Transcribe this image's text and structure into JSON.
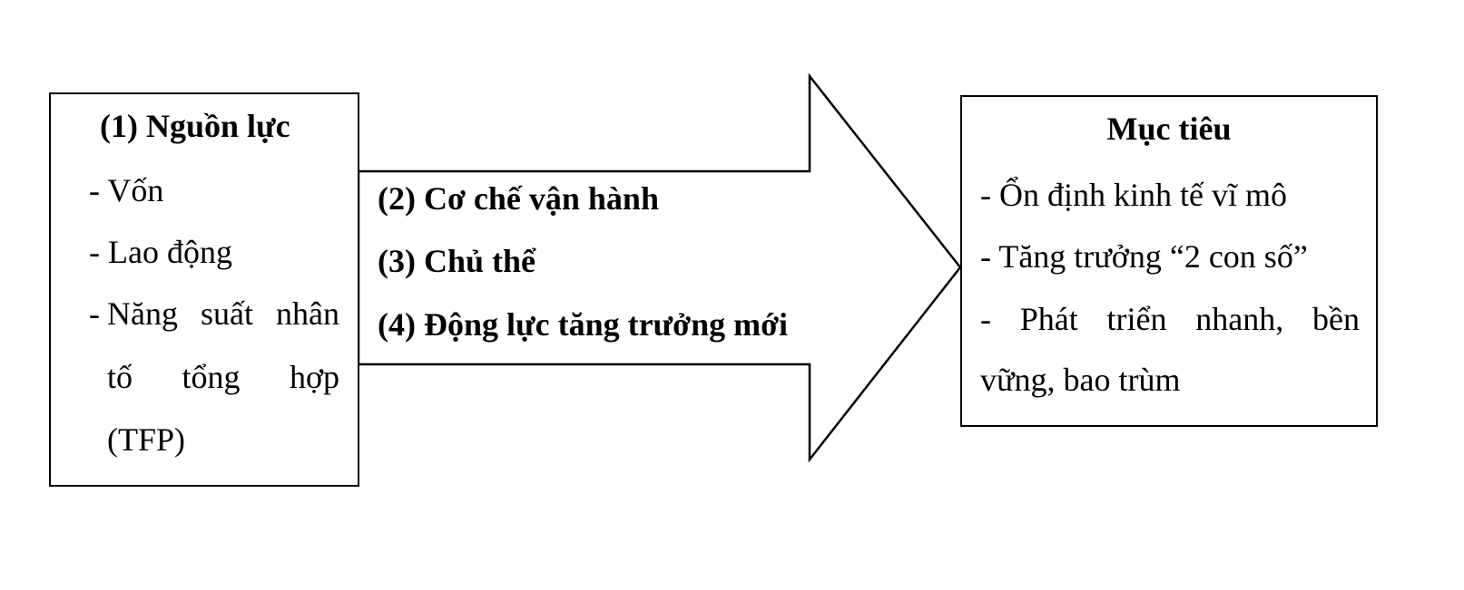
{
  "diagram": {
    "type": "flow",
    "resources": {
      "title": "(1) Nguồn lực",
      "items": [
        "Vốn",
        "Lao động",
        "Năng suất nhân tố tổng hợp (TFP)"
      ],
      "line3_words": [
        "Năng",
        "suất",
        "nhân"
      ],
      "line4_words": [
        "tố",
        "tổng",
        "hợp"
      ],
      "line5": "(TFP)",
      "dash": "-"
    },
    "arrow": {
      "items": [
        "(2) Cơ chế vận hành",
        "(3) Chủ thể",
        "(4) Động lực tăng trưởng mới"
      ]
    },
    "goals": {
      "title": "Mục tiêu",
      "items": [
        "- Ổn định kinh tế vĩ mô",
        "- Tăng trưởng “2 con số”",
        "- Phát triển nhanh, bền vững, bao trùm"
      ],
      "line3_words": [
        "-",
        "Phát",
        "triển",
        "nhanh,",
        "bền"
      ],
      "line4": "vững, bao trùm"
    },
    "colors": {
      "stroke": "#000000",
      "background": "#ffffff",
      "text": "#000000"
    }
  }
}
